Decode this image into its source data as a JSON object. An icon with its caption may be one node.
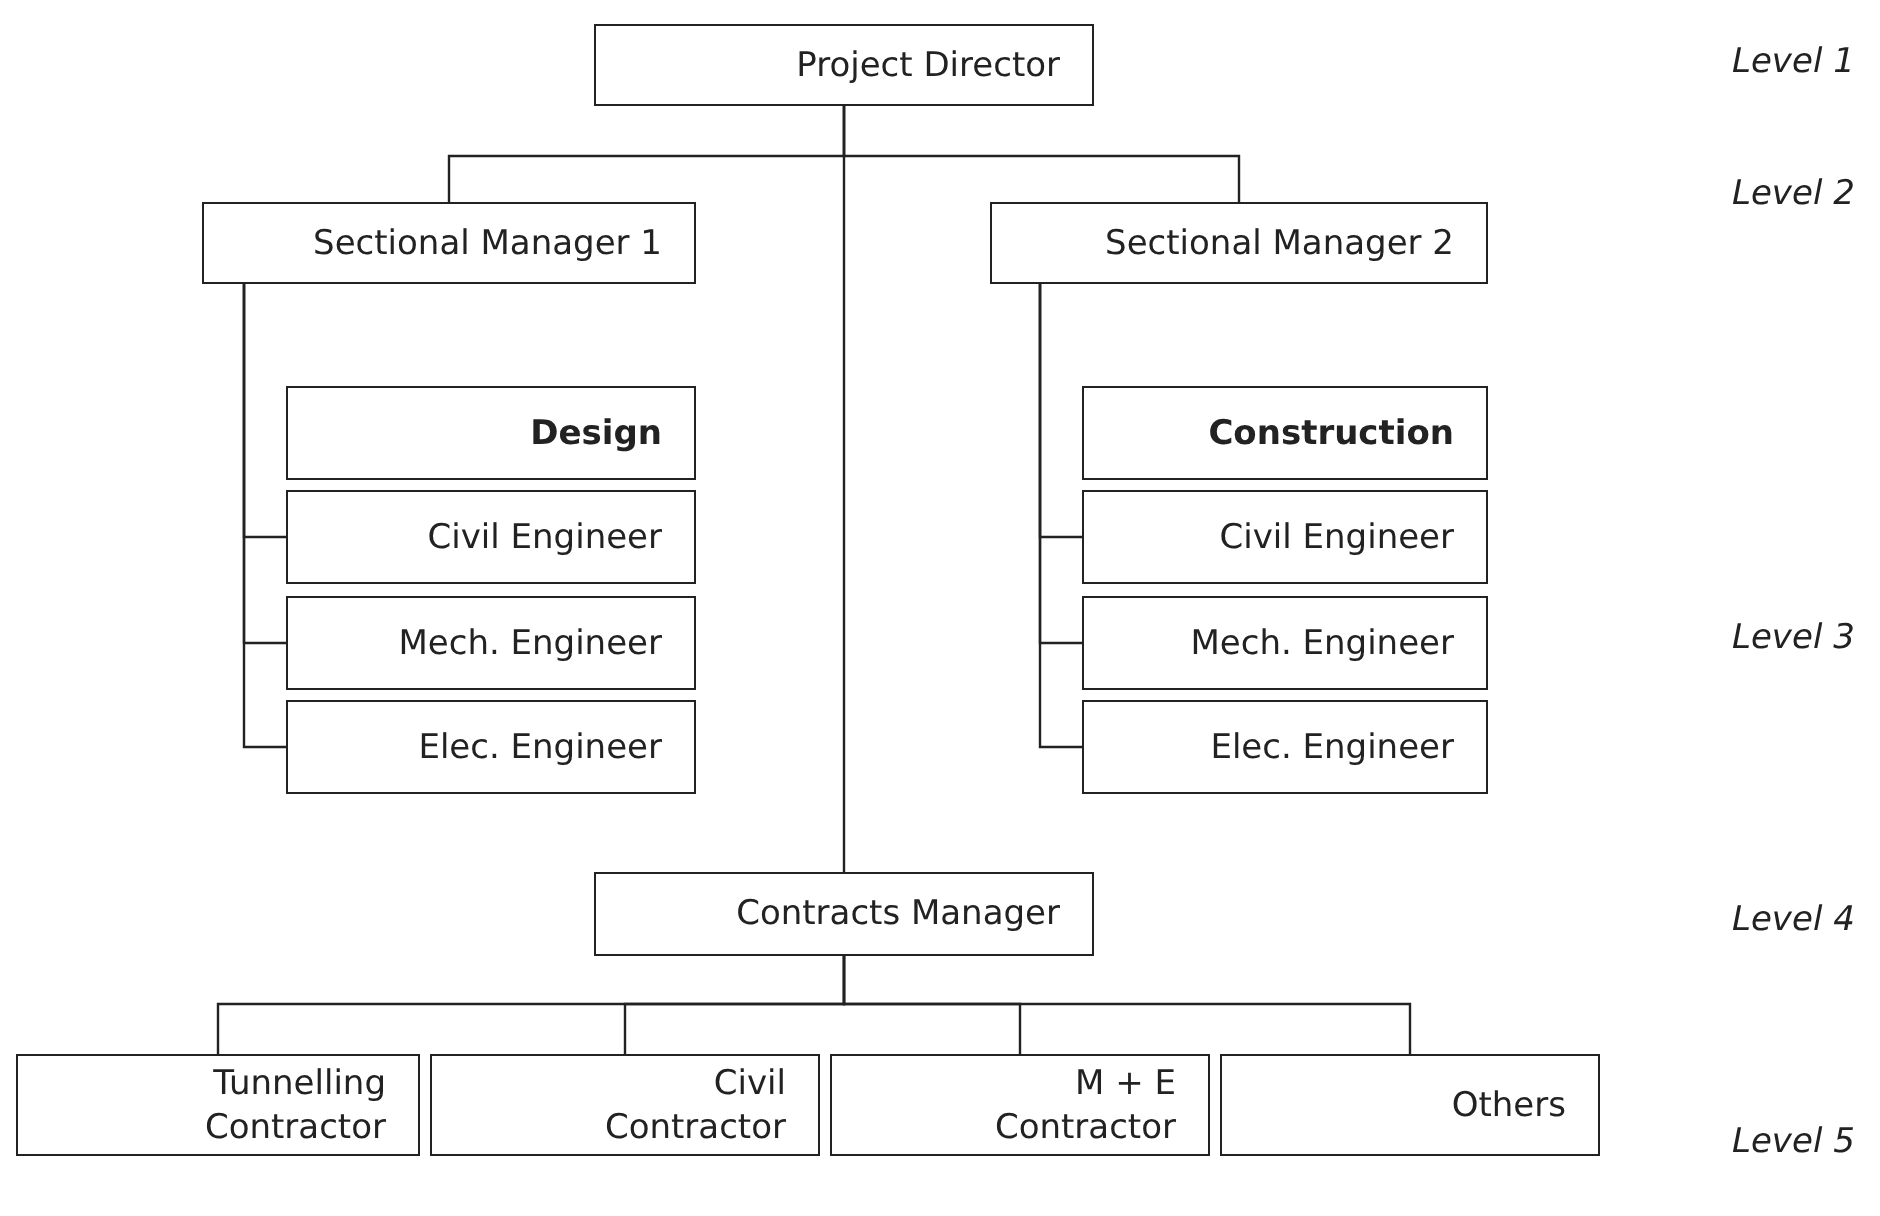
{
  "diagram": {
    "nodes": [
      {
        "text": [
          "Project Director"
        ]
      },
      {
        "text": [
          "Sectional Manager 1"
        ]
      },
      {
        "text": [
          "Sectional Manager 2"
        ]
      },
      {
        "text": [
          "Design"
        ]
      },
      {
        "text": [
          "Civil Engineer"
        ]
      },
      {
        "text": [
          "Mech. Engineer"
        ]
      },
      {
        "text": [
          "Elec. Engineer"
        ]
      },
      {
        "text": [
          "Construction"
        ]
      },
      {
        "text": [
          "Civil Engineer"
        ]
      },
      {
        "text": [
          "Mech. Engineer"
        ]
      },
      {
        "text": [
          "Elec. Engineer"
        ]
      },
      {
        "text": [
          "Contracts Manager"
        ]
      },
      {
        "text": [
          "Tunnelling Contractor"
        ]
      },
      {
        "text": [
          "Civil Contractor"
        ]
      },
      {
        "text": [
          "M + E Contractor"
        ]
      },
      {
        "text": [
          "Others"
        ]
      }
    ],
    "edges": [
      {
        "from": 0,
        "to": 1,
        "arrow": "none"
      },
      {
        "from": 0,
        "to": 2,
        "arrow": "none"
      },
      {
        "from": 0,
        "to": 11,
        "arrow": "none"
      },
      {
        "from": 1,
        "to": 4,
        "arrow": "none"
      },
      {
        "from": 1,
        "to": 5,
        "arrow": "none"
      },
      {
        "from": 1,
        "to": 6,
        "arrow": "none"
      },
      {
        "from": 2,
        "to": 8,
        "arrow": "none"
      },
      {
        "from": 2,
        "to": 9,
        "arrow": "none"
      },
      {
        "from": 2,
        "to": 10,
        "arrow": "none"
      },
      {
        "from": 11,
        "to": 12,
        "arrow": "none"
      },
      {
        "from": 11,
        "to": 13,
        "arrow": "none"
      },
      {
        "from": 11,
        "to": 14,
        "arrow": "none"
      },
      {
        "from": 11,
        "to": 15,
        "arrow": "none"
      }
    ],
    "labels": [
      "Level 1",
      "Level 2",
      "Level 3",
      "Level 4",
      "Level 5"
    ]
  }
}
